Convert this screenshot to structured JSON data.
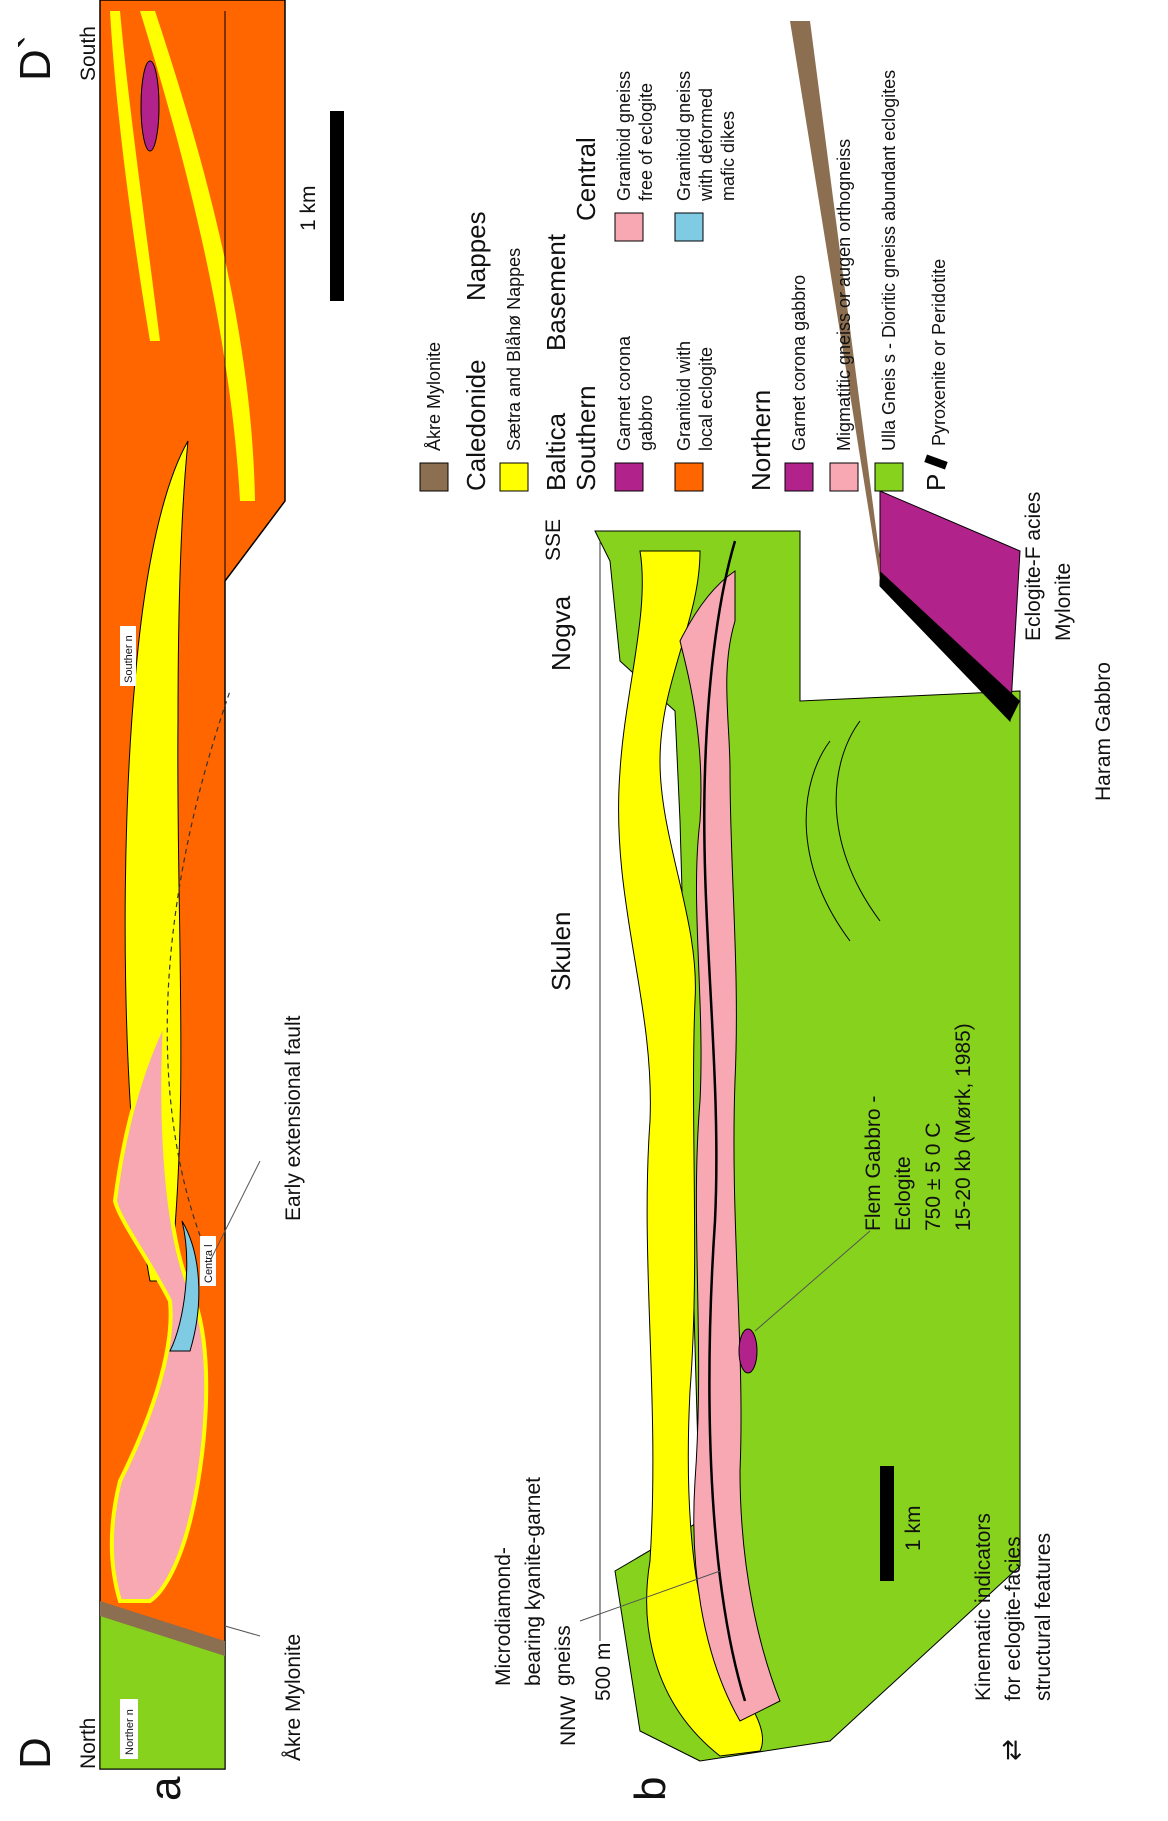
{
  "panel_a": {
    "panel_letter": "a",
    "end_left": "D",
    "end_right": "D`",
    "dir_left": "North",
    "dir_right": "South",
    "label_northern": "Norther n",
    "label_central": "Centra l",
    "label_southern": "Souther n",
    "akre": "Åkre Mylonite",
    "early_fault": "Early extensional fault",
    "scale": "1 km"
  },
  "panel_b": {
    "panel_letter": "b",
    "nnw": "NNW",
    "sse": "SSE",
    "m500": "500 m",
    "skulen": "Skulen",
    "nogva": "Nogva",
    "micro": [
      "Microdiamond-",
      "bearing  kyanite-garnet",
      "gneiss"
    ],
    "flem": [
      "Flem  Gabbro  -",
      "Eclogite",
      "750 ± 5 0 C",
      "15-20  kb (Mørk, 1985)"
    ],
    "eclogite_mylonite": [
      "Eclogite-F acies",
      "Mylonite"
    ],
    "haram": "Haram  Gabbro",
    "scale": "1 km",
    "kinematic": [
      "Kinematic  indicators",
      "for eclogite-facies",
      "structural features"
    ]
  },
  "legend": {
    "akre": "Åkre Mylonite",
    "caledonide": "Caledonide",
    "nappes": "Nappes",
    "saetra": "Sætra  and  Blåhø  Nappes",
    "baltica": "Baltica",
    "basement": "Basement",
    "southern": "Southern",
    "central": "Central",
    "s_garnet": [
      "Garnet  corona",
      "gabbro"
    ],
    "s_granitoid": [
      "Granitoid  with",
      "local  eclogite"
    ],
    "c_free": [
      "Granitoid gneiss",
      "free of eclogite"
    ],
    "c_dikes": [
      "Granitoid gneiss",
      "with deformed",
      "mafic  dikes"
    ],
    "northern": "Northern",
    "n_garnet": "Garnet  corona  gabbro",
    "n_migmatitic": "Migmatitic  gneiss  or  augen  orthogneiss",
    "n_ulla": "Ulla Gneis s - Dioritic gneiss  abundant   eclogites",
    "p_label": "P",
    "pyroxenite": "Pyroxenite  or  Peridotite"
  },
  "colors": {
    "orange": "#ff6600",
    "yellow": "#ffff00",
    "pink": "#f7a8b3",
    "green": "#86d21c",
    "brown": "#8c6e50",
    "magenta": "#b2228b",
    "blue": "#7ecbe3"
  }
}
